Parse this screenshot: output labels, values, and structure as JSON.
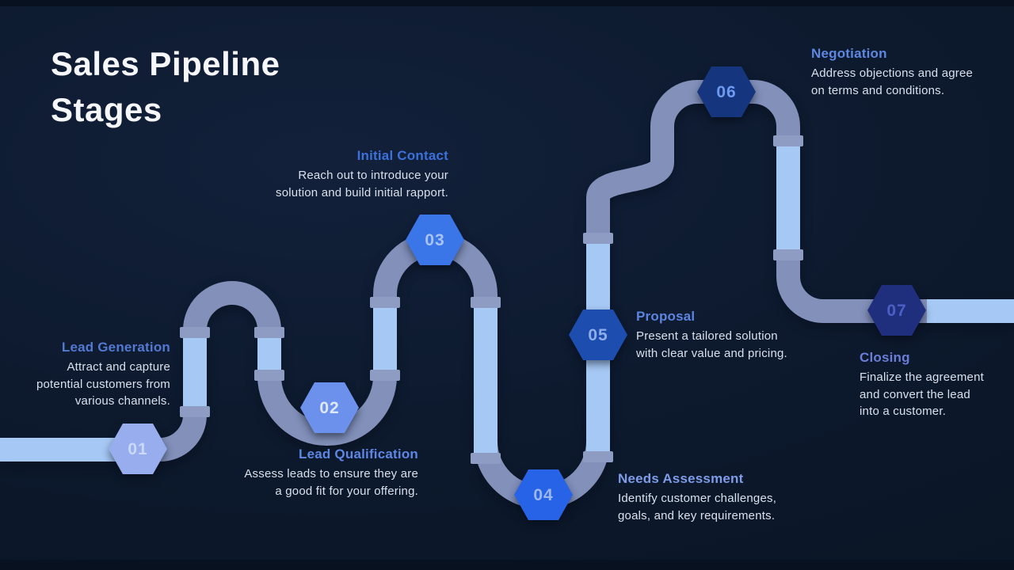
{
  "title": {
    "line1": "Sales Pipeline",
    "line2": "Stages"
  },
  "colors": {
    "background": "#0D1A2E",
    "frame": "#071120",
    "pipe_straight": "#A6C8F4",
    "pipe_curve": "#8290BA",
    "pipe_collar": "#8E9BC2",
    "title_text": "#F5F7FB",
    "body_text": "#D9E0EC"
  },
  "stages": [
    {
      "number": "01",
      "name": "Lead Generation",
      "lines": [
        "Attract and capture",
        "potential customers from",
        "various channels."
      ],
      "hex_fill": "#97ADEE",
      "number_color": "#CBD8F8",
      "heading_color": "#5379D3"
    },
    {
      "number": "02",
      "name": "Lead Qualification",
      "lines": [
        "Assess leads to ensure they are",
        "a good fit for your offering."
      ],
      "hex_fill": "#6C91EC",
      "number_color": "#DEE8FB",
      "heading_color": "#5E86E4"
    },
    {
      "number": "03",
      "name": "Initial Contact",
      "lines": [
        "Reach out to introduce your",
        "solution and build initial rapport."
      ],
      "hex_fill": "#3B76E9",
      "number_color": "#A9C3F4",
      "heading_color": "#3C70DB"
    },
    {
      "number": "04",
      "name": "Needs Assessment",
      "lines": [
        "Identify customer challenges,",
        "goals, and key requirements."
      ],
      "hex_fill": "#2663E7",
      "number_color": "#9DB8F1",
      "heading_color": "#7E9CE8"
    },
    {
      "number": "05",
      "name": "Proposal",
      "lines": [
        "Present a tailored solution",
        "with clear value and pricing."
      ],
      "hex_fill": "#1D4DAF",
      "number_color": "#8FAEE9",
      "heading_color": "#5C84E0"
    },
    {
      "number": "06",
      "name": "Negotiation",
      "lines": [
        "Address objections and agree",
        "on terms and conditions."
      ],
      "hex_fill": "#15357E",
      "number_color": "#6D9BF0",
      "heading_color": "#5E87E2"
    },
    {
      "number": "07",
      "name": "Closing",
      "lines": [
        "Finalize the agreement",
        "and convert the lead",
        "into a customer."
      ],
      "hex_fill": "#202E7E",
      "number_color": "#4A60C4",
      "heading_color": "#6A7DD8"
    }
  ]
}
